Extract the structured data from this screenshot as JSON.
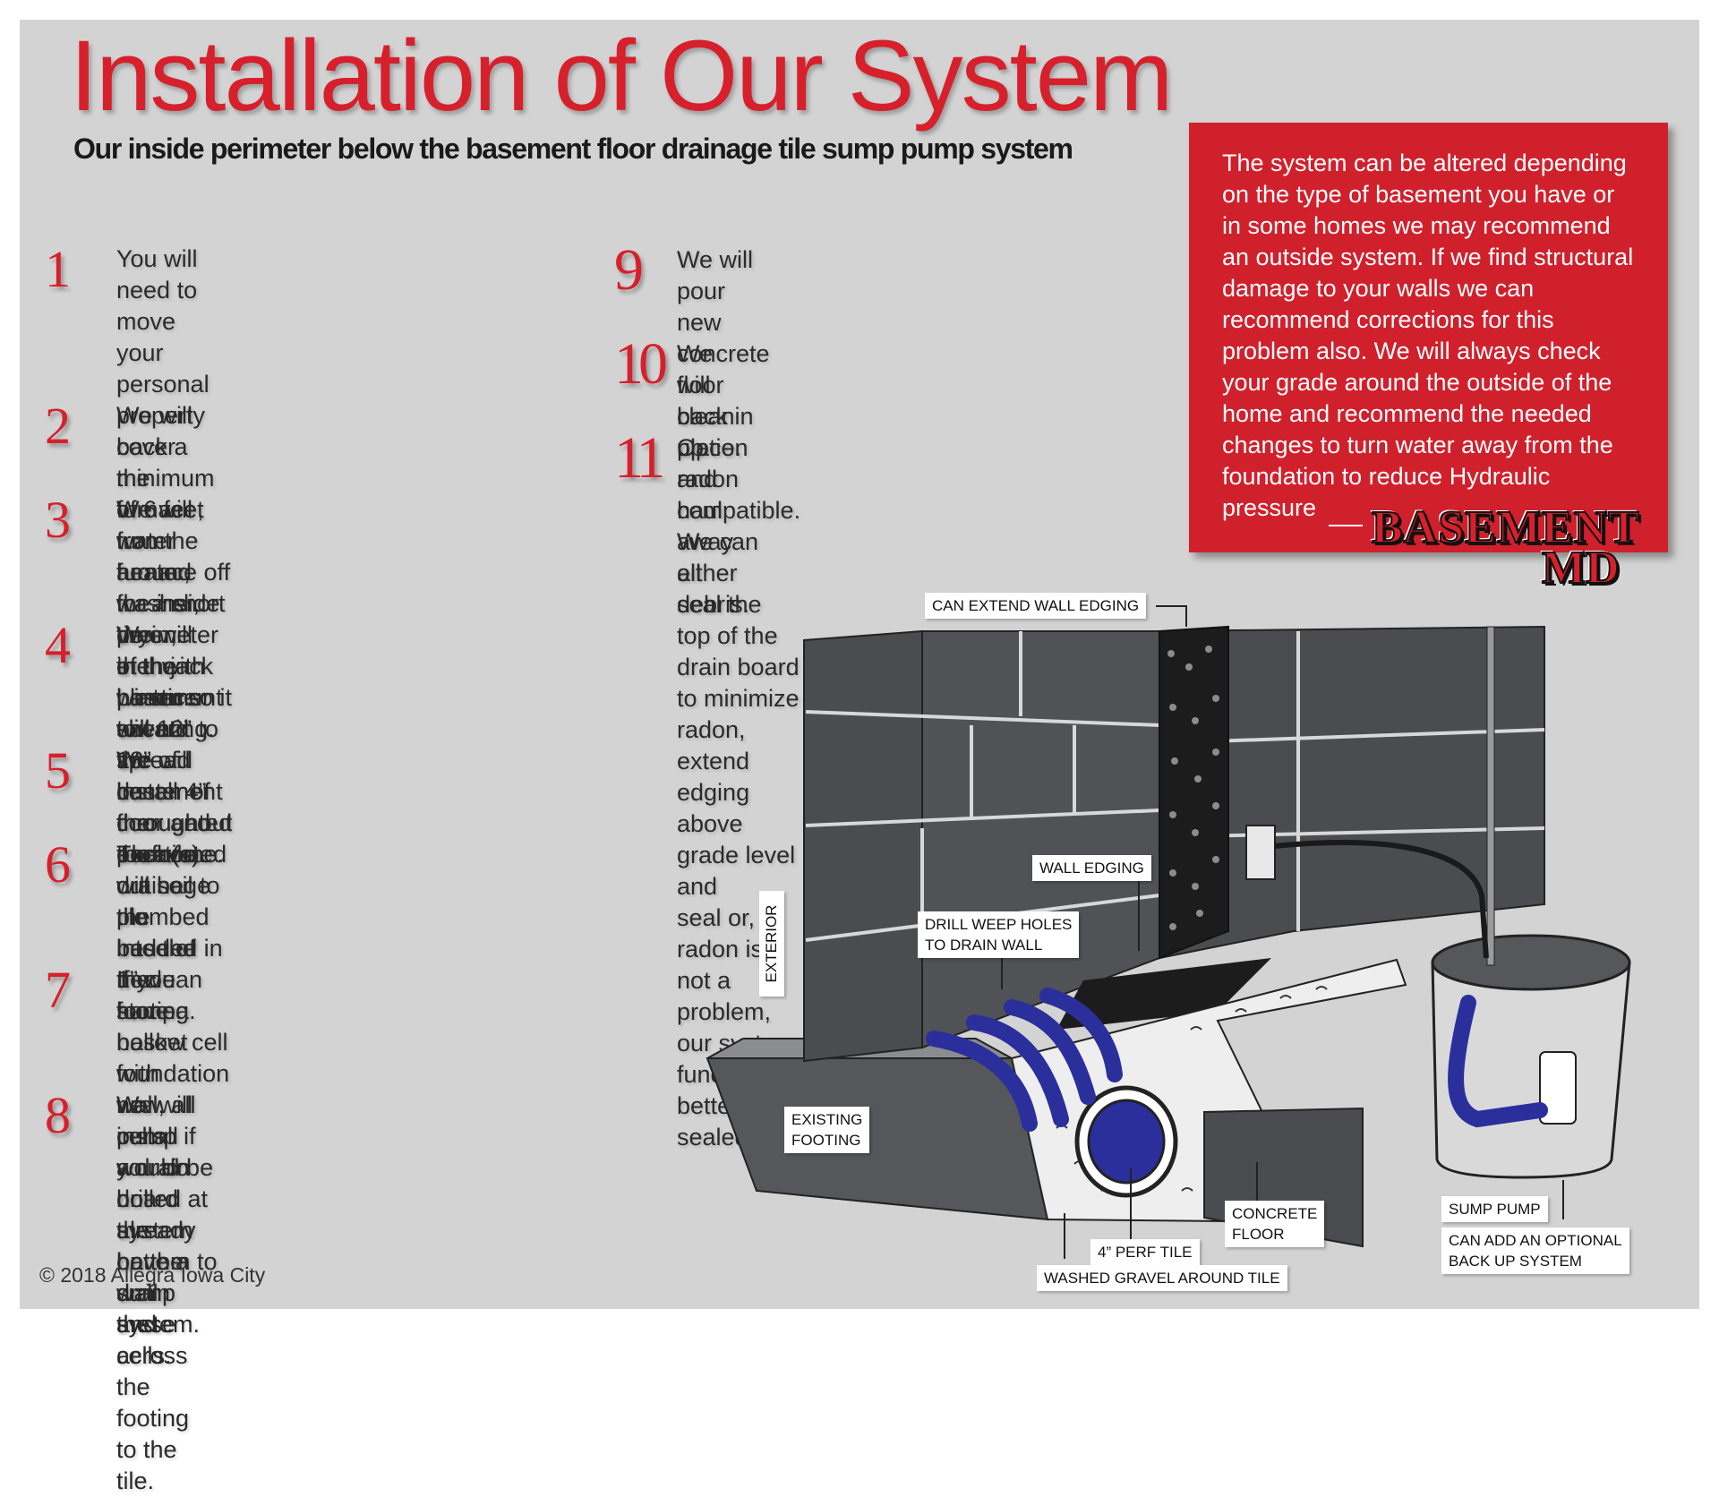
{
  "title": "Installation of Our System",
  "subtitle": "Our inside perimeter below the basement floor drainage tile sump pump system",
  "steps": [
    {
      "num": "1",
      "lines": [
        "You will need to move your personal",
        "property back a minimum of 6 feet from",
        "around the inside perimeter of the",
        "basement toward the center of the room(s)."
      ]
    },
    {
      "num": "2",
      "lines": [
        "We will cover the furnace, water heater,",
        "washer, dryer, etc. with plastic sheeting."
      ]
    },
    {
      "num": "3",
      "lines": [
        "We will turn the furnace off for a short time",
        "in the winter so it will not spread dust",
        "throughout the home."
      ]
    },
    {
      "num": "4",
      "lines": [
        "We will then jack hammer out 12” to 18” of",
        "basement floor and excavate out soil to the",
        "base of the footing."
      ]
    },
    {
      "num": "5",
      "lines": [
        "We will install 4” corrugated perforated",
        "drainage tile bedded in 1” clean stone."
      ]
    },
    {
      "num": "6",
      "lines": [
        "The tile will be plumbed into the new sump",
        "basket with new pump if you do not",
        "already have a sump system."
      ]
    },
    {
      "num": "7",
      "lines": [
        "If you have a hollow cell foundation wall, all",
        "cells would be drilled at the bottom to drain",
        "these cells."
      ]
    },
    {
      "num": "8",
      "lines": [
        "We will install a drain board system on the",
        "wall and across the footing to the tile."
      ]
    },
    {
      "num": "9",
      "lines": [
        "We will pour new concrete floor back in",
        "place."
      ]
    },
    {
      "num": "10",
      "lines": [
        "We will clean up and haul away all debris."
      ]
    },
    {
      "num": "11",
      "lines": [
        "Option radon compatible. We can either",
        "seal the top of the drain board to minimize",
        "radon, extend edging above grade level and",
        "seal or, if radon is not a problem, our system",
        "functions better if not sealed."
      ]
    }
  ],
  "redbox": {
    "lines": [
      "The system can be altered depending",
      "on the type of basement you have or",
      "in some homes we may recommend",
      "an outside system.  If we find structural",
      "damage to your walls we can",
      "recommend corrections for this",
      "problem also.  We will always check",
      "your grade around the outside of the",
      "home and recommend the needed",
      "changes to turn water away from the",
      "foundation to reduce Hydraulic",
      "pressure"
    ],
    "logo_line1": "BASEMENT",
    "logo_line2": "MD"
  },
  "diagram_labels": {
    "can_extend": "CAN EXTEND WALL EDGING",
    "wall_edging": "WALL EDGING",
    "drill_weep_1": "DRILL WEEP HOLES",
    "drill_weep_2": "TO DRAIN WALL",
    "exterior": "EXTERIOR",
    "existing_1": "EXISTING",
    "existing_2": "FOOTING",
    "concrete_1": "CONCRETE",
    "concrete_2": "FLOOR",
    "perf_tile": "4” PERF TILE",
    "washed_gravel": "WASHED GRAVEL AROUND TILE",
    "sump_pump": "SUMP PUMP",
    "backup_1": "CAN ADD AN OPTIONAL",
    "backup_2": "BACK UP SYSTEM"
  },
  "copyright": "© 2018 Allegra Iowa City",
  "colors": {
    "accent_red": "#d6202c",
    "panel_gray": "#d3d3d3",
    "wall_dark": "#4a4c50",
    "pipe_blue": "#2a2f9c"
  }
}
